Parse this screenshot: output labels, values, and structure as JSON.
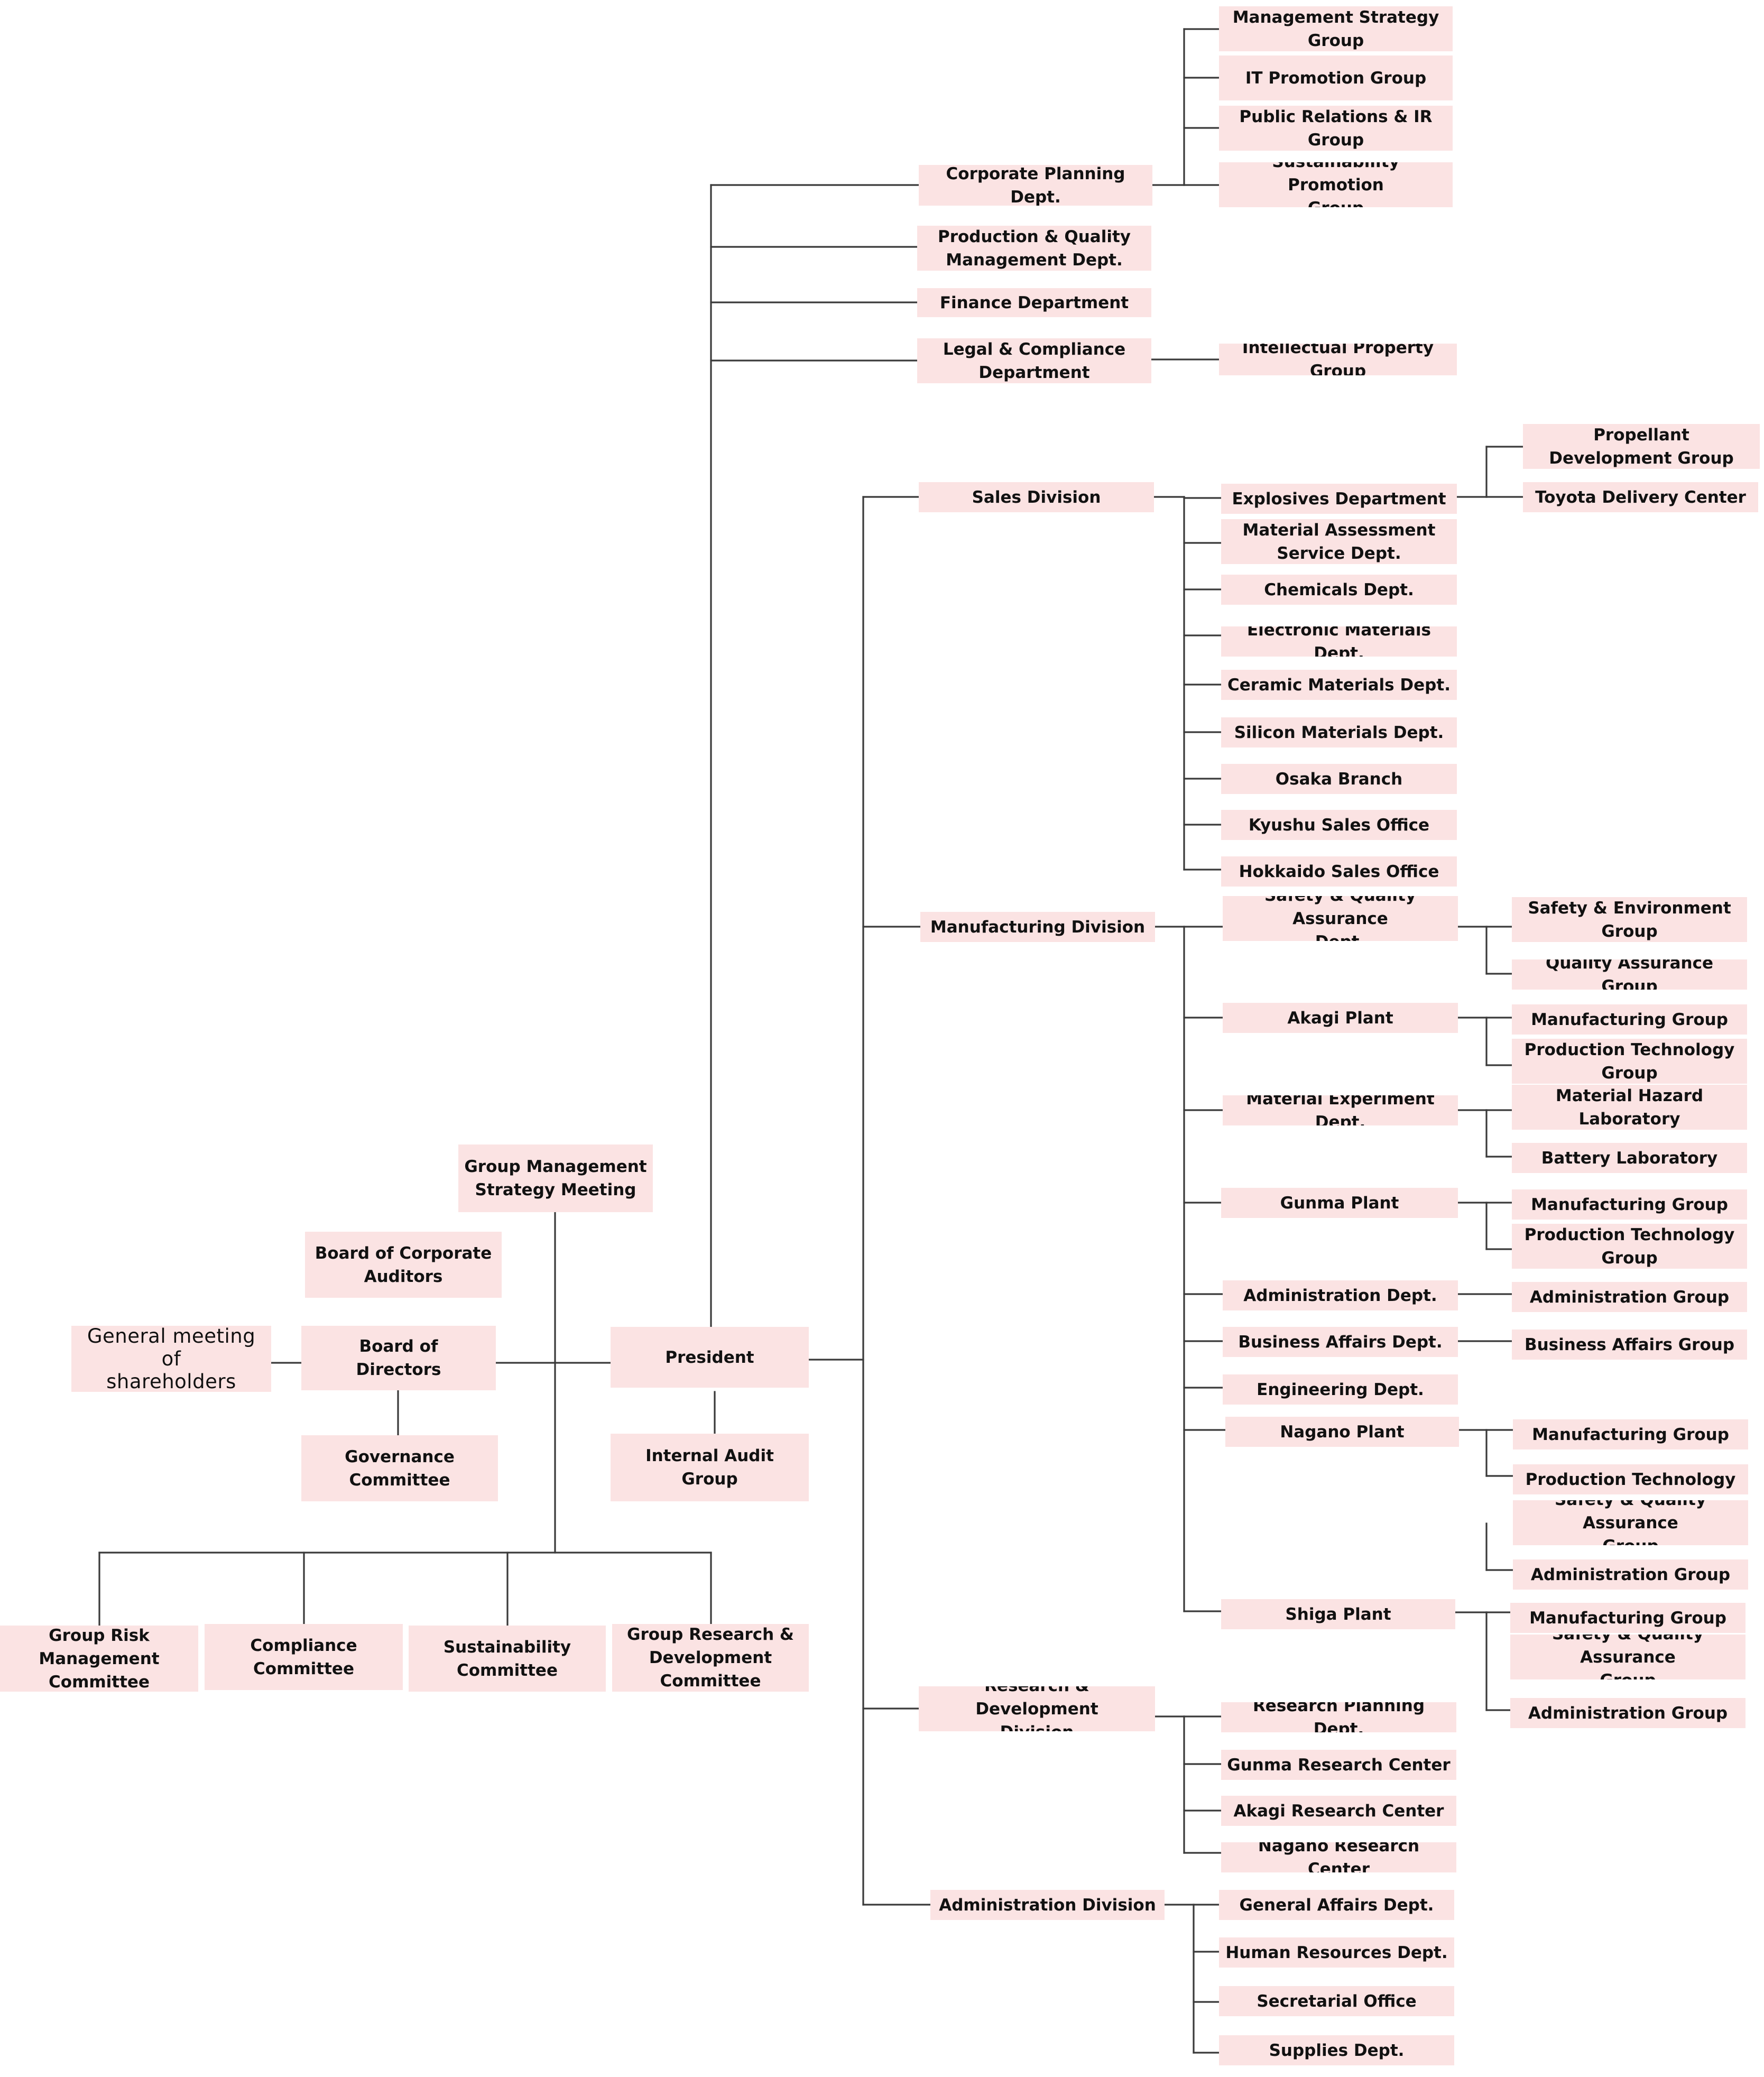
{
  "chart": {
    "nodes": {
      "shareholders": "General meeting of\nshareholders",
      "board_of_directors": "Board of\nDirectors",
      "board_of_corporate_auditors": "Board of Corporate\nAuditors",
      "governance_committee": "Governance\nCommittee",
      "group_management_strategy_meeting": "Group Management\nStrategy Meeting",
      "president": "President",
      "internal_audit_group": "Internal Audit\nGroup",
      "group_risk_management_committee": "Group Risk\nManagement\nCommittee",
      "compliance_committee": "Compliance\nCommittee",
      "sustainability_committee": "Sustainability\nCommittee",
      "group_rd_committee": "Group Research &\nDevelopment\nCommittee",
      "corporate_planning": "Corporate Planning Dept.",
      "management_strategy_group": "Management Strategy\nGroup",
      "it_promotion_group": "IT Promotion Group",
      "pr_ir_group": "Public Relations & IR\nGroup",
      "sustainability_promotion_group": "Sustainability Promotion\nGroup",
      "production_quality_mgmt": "Production & Quality\nManagement Dept.",
      "finance_department": "Finance Department",
      "legal_compliance": "Legal & Compliance\nDepartment",
      "intellectual_property_group": "Intellectual Property\nGroup",
      "sales_division": "Sales Division",
      "explosives_department": "Explosives Department",
      "propellant_development_group": "Propellant\nDevelopment Group",
      "toyota_delivery_center": "Toyota Delivery Center",
      "material_assessment_service": "Material Assessment\nService Dept.",
      "chemicals_dept": "Chemicals Dept.",
      "electronic_materials_dept": "Electronic Materials Dept.",
      "ceramic_materials_dept": "Ceramic Materials Dept.",
      "silicon_materials_dept": "Silicon Materials Dept.",
      "osaka_branch": "Osaka Branch",
      "kyushu_sales_office": "Kyushu Sales Office",
      "hokkaido_sales_office": "Hokkaido Sales Office",
      "manufacturing_division": "Manufacturing Division",
      "safety_qa_dept": "Safety & Quality Assurance\nDept.",
      "safety_environment_group": "Safety & Environment\nGroup",
      "quality_assurance_group": "Quality Assurance Group",
      "akagi_plant": "Akagi Plant",
      "akagi_manufacturing_group": "Manufacturing Group",
      "akagi_production_technology_group": "Production Technology\nGroup",
      "material_experiment_dept": "Material Experiment Dept.",
      "material_hazard_laboratory": "Material Hazard\nLaboratory",
      "battery_laboratory": "Battery Laboratory",
      "gunma_plant": "Gunma Plant",
      "gunma_manufacturing_group": "Manufacturing Group",
      "gunma_production_technology_group": "Production Technology\nGroup",
      "administration_dept": "Administration Dept.",
      "administration_group_mfg": "Administration Group",
      "business_affairs_dept": "Business Affairs Dept.",
      "business_affairs_group": "Business Affairs Group",
      "engineering_dept": "Engineering Dept.",
      "nagano_plant": "Nagano Plant",
      "nagano_manufacturing_group": "Manufacturing Group",
      "nagano_production_technology": "Production Technology",
      "nagano_safety_qa_group": "Safety & Quality Assurance\nGroup",
      "nagano_administration_group": "Administration Group",
      "shiga_plant": "Shiga Plant",
      "shiga_manufacturing_group": "Manufacturing Group",
      "shiga_safety_qa_group": "Safety & Quality Assurance\nGroup",
      "shiga_administration_group": "Administration Group",
      "rd_division": "Research & Development\nDivision",
      "research_planning_dept": "Research Planning Dept.",
      "gunma_research_center": "Gunma Research Center",
      "akagi_research_center": "Akagi Research Center",
      "nagano_research_center": "Nagano Research Center",
      "administration_division": "Administration Division",
      "general_affairs_dept": "General Affairs Dept.",
      "human_resources_dept": "Human Resources Dept.",
      "secretarial_office": "Secretarial Office",
      "supplies_dept": "Supplies Dept."
    },
    "colors": {
      "box_fill": "#fbe3e3",
      "line": "#3a3a3a",
      "text": "#111111"
    }
  }
}
